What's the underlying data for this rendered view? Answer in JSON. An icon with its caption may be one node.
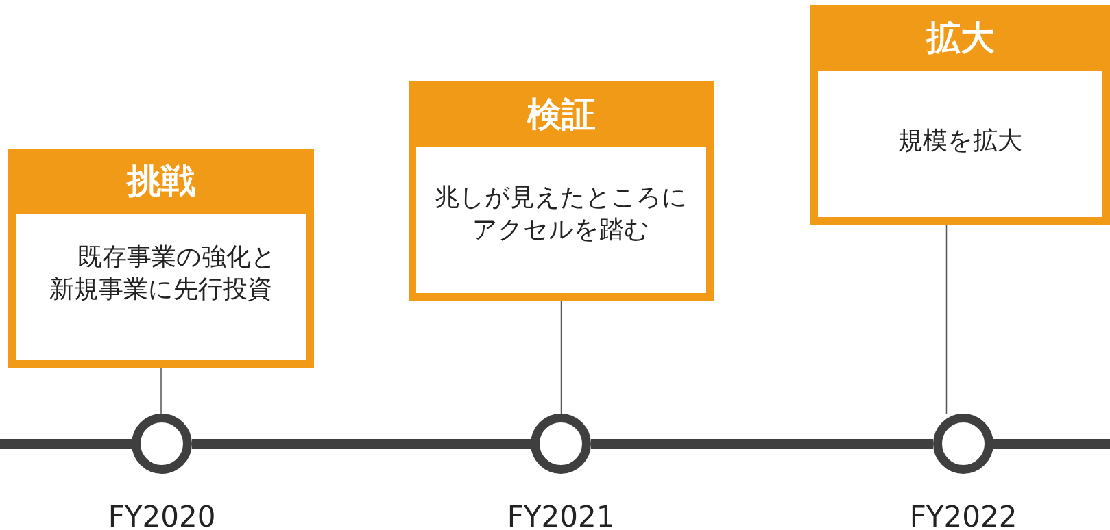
{
  "diagram": {
    "nodes": [
      {
        "text": [
          "挑戦",
          "既存事業の強化と新規事業に先行投資"
        ]
      },
      {
        "text": [
          "検証",
          "兆しが見えたところにアクセルを踏む"
        ]
      },
      {
        "text": [
          "拡大",
          "規模を拡大"
        ]
      },
      {
        "text": [],
        "shape": "circle",
        "beside": [
          "FY2020"
        ]
      },
      {
        "text": [],
        "shape": "circle",
        "beside": [
          "FY2021"
        ]
      },
      {
        "text": [],
        "shape": "circle",
        "beside": [
          "FY2022"
        ]
      }
    ],
    "edges": [
      {
        "from": 0,
        "to": 3,
        "arrow": "none"
      },
      {
        "from": 1,
        "to": 4,
        "arrow": "none"
      },
      {
        "from": 2,
        "to": 5,
        "arrow": "none"
      },
      {
        "from": null,
        "to": 3,
        "arrow": "none"
      },
      {
        "from": 3,
        "to": 4,
        "arrow": "none"
      },
      {
        "from": 4,
        "to": 5,
        "arrow": "none"
      },
      {
        "from": 5,
        "to": null,
        "arrow": "none"
      }
    ]
  }
}
